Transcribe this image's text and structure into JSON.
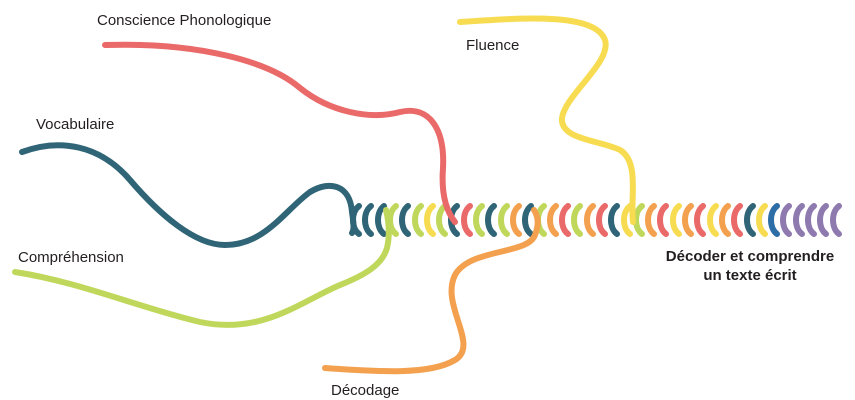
{
  "strands": [
    {
      "label": "Conscience Phonologique",
      "color": "#ea6969"
    },
    {
      "label": "Fluence",
      "color": "#f7dc52"
    },
    {
      "label": "Vocabulaire",
      "color": "#2f6577"
    },
    {
      "label": "Compréhension",
      "color": "#bfd85c"
    },
    {
      "label": "Décodage",
      "color": "#f3a04f"
    }
  ],
  "result": {
    "line1": "Décoder et comprendre",
    "line2": "un texte écrit",
    "color": "#8e7aae"
  },
  "extra_colors": [
    "#2e6ea6"
  ]
}
